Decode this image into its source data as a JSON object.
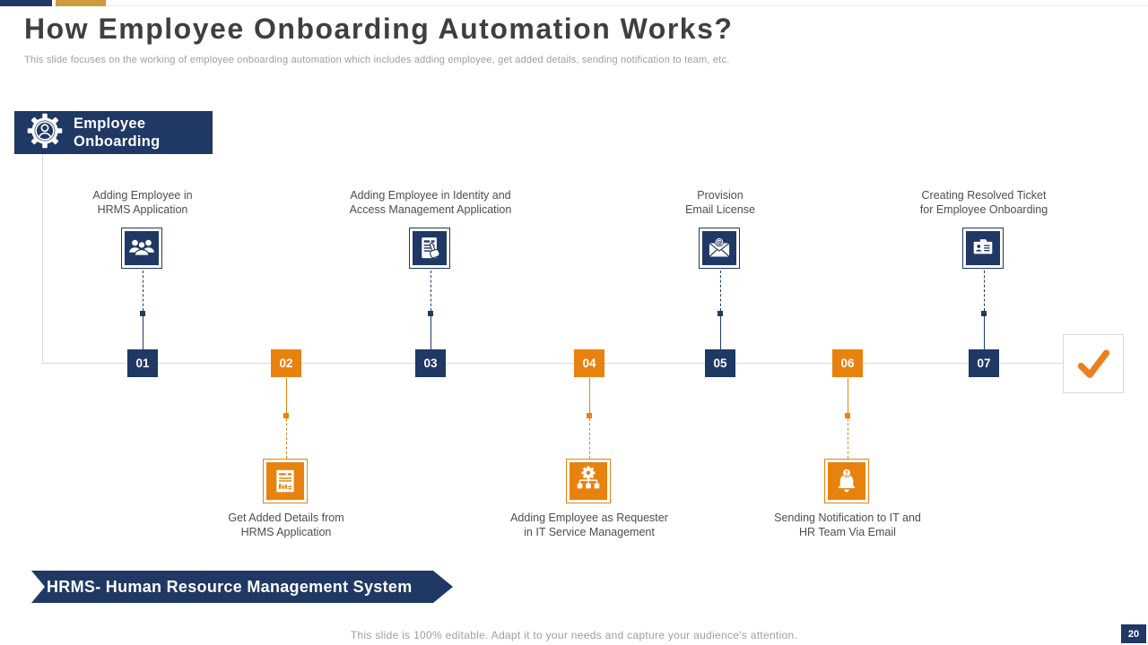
{
  "slide": {
    "title": "How Employee Onboarding Automation Works?",
    "subtitle": "This slide focuses on the working of employee onboarding automation which includes adding employee, get added details, sending notification to team, etc.",
    "footer": "This slide is 100% editable. Adapt it to your needs and capture your audience's attention.",
    "page_number": "20"
  },
  "badge": {
    "line1": "Employee",
    "line2": "Onboarding",
    "icon": "gear-person-icon"
  },
  "banner": {
    "text": "HRMS- Human Resource Management System"
  },
  "timeline": {
    "check_icon": "check-mark-icon",
    "steps": [
      {
        "num": "01",
        "side": "top",
        "color": "navy",
        "icon": "team-icon",
        "line1": "Adding Employee in",
        "line2": "HRMS Application"
      },
      {
        "num": "02",
        "side": "bottom",
        "color": "orange",
        "icon": "report-icon",
        "line1": "Get Added Details from",
        "line2": "HRMS Application"
      },
      {
        "num": "03",
        "side": "top",
        "color": "navy",
        "icon": "form-hand-icon",
        "line1": "Adding Employee in Identity and",
        "line2": "Access Management Application"
      },
      {
        "num": "04",
        "side": "bottom",
        "color": "orange",
        "icon": "service-gear-icon",
        "line1": "Adding Employee as Requester",
        "line2": "in IT Service Management"
      },
      {
        "num": "05",
        "side": "top",
        "color": "navy",
        "icon": "email-icon",
        "line1": "Provision",
        "line2": "Email License"
      },
      {
        "num": "06",
        "side": "bottom",
        "color": "orange",
        "icon": "bell-alert-icon",
        "line1": "Sending Notification to IT and",
        "line2": "HR Team Via Email"
      },
      {
        "num": "07",
        "side": "top",
        "color": "navy",
        "icon": "id-card-icon",
        "line1": "Creating Resolved Ticket",
        "line2": "for Employee Onboarding"
      }
    ]
  },
  "colors": {
    "navy": "#1F3864",
    "orange": "#E8820E",
    "gold": "#CE9A3D",
    "line_gray": "#D9D9D9"
  }
}
